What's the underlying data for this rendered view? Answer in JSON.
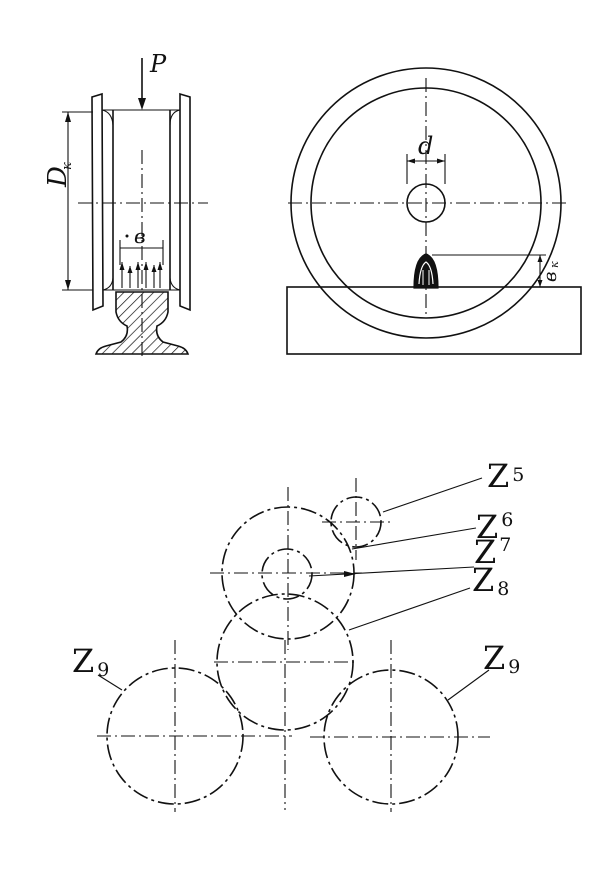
{
  "labels": {
    "force": "P",
    "wheel_diameter": "D",
    "wheel_diameter_sub": "к",
    "contact_width": "в",
    "axle_diameter": "d",
    "contact_height": "в",
    "contact_height_sub": "к"
  },
  "gears": {
    "z5": {
      "letter": "Z",
      "index": "5"
    },
    "z6": {
      "letter": "Z",
      "index": "6"
    },
    "z7": {
      "letter": "Z",
      "index": "7"
    },
    "z8": {
      "letter": "Z",
      "index": "8"
    },
    "z9_left": {
      "letter": "Z",
      "index": "9"
    },
    "z9_right": {
      "letter": "Z",
      "index": "9"
    }
  }
}
